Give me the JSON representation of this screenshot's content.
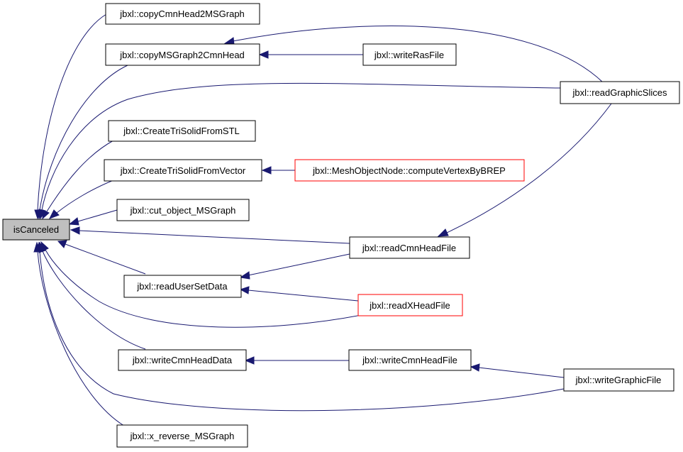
{
  "nodes": {
    "is_canceled": "isCanceled",
    "copy_cmn_head_2_msgraph": "jbxl::copyCmnHead2MSGraph",
    "copy_msgraph_2_cmn_head": "jbxl::copyMSGraph2CmnHead",
    "write_ras_file": "jbxl::writeRasFile",
    "read_graphic_slices": "jbxl::readGraphicSlices",
    "create_tri_solid_from_stl": "jbxl::CreateTriSolidFromSTL",
    "create_tri_solid_from_vector": "jbxl::CreateTriSolidFromVector",
    "compute_vertex_by_brep": "jbxl::MeshObjectNode::computeVertexByBREP",
    "cut_object_msgraph": "jbxl::cut_object_MSGraph",
    "read_cmn_head_file": "jbxl::readCmnHeadFile",
    "read_user_set_data": "jbxl::readUserSetData",
    "read_x_head_file": "jbxl::readXHeadFile",
    "write_cmn_head_data": "jbxl::writeCmnHeadData",
    "write_cmn_head_file": "jbxl::writeCmnHeadFile",
    "write_graphic_file": "jbxl::writeGraphicFile",
    "x_reverse_msgraph": "jbxl::x_reverse_MSGraph"
  },
  "colors": {
    "edge": "#191970",
    "root_fill": "#bfbfbf",
    "box_border": "#000000",
    "truncated_border": "#ff0000"
  }
}
